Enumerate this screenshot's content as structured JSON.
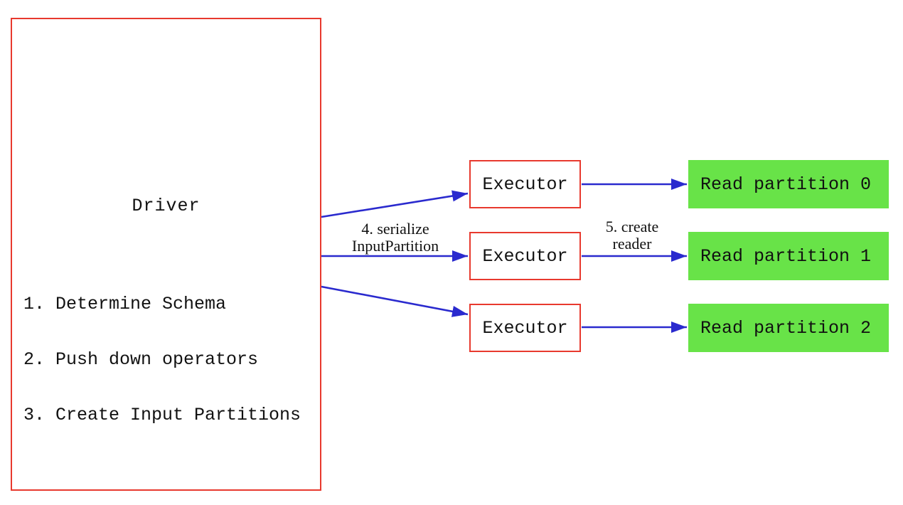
{
  "colors": {
    "background": "#ffffff",
    "box_border_red": "#e8392e",
    "arrow_blue": "#2a2ace",
    "partition_green": "#68e348",
    "text": "#111111"
  },
  "driver": {
    "title": "Driver",
    "steps": [
      "1. Determine Schema",
      "2. Push down operators",
      "3. Create Input Partitions"
    ]
  },
  "executors": [
    {
      "label": "Executor"
    },
    {
      "label": "Executor"
    },
    {
      "label": "Executor"
    }
  ],
  "read_partitions": [
    {
      "label": "Read partition 0"
    },
    {
      "label": "Read partition 1"
    },
    {
      "label": "Read partition 2"
    }
  ],
  "annotations": {
    "serialize": {
      "line1": "4. serialize",
      "line2": "InputPartition"
    },
    "create_reader": {
      "line1": "5. create",
      "line2": "reader"
    }
  }
}
